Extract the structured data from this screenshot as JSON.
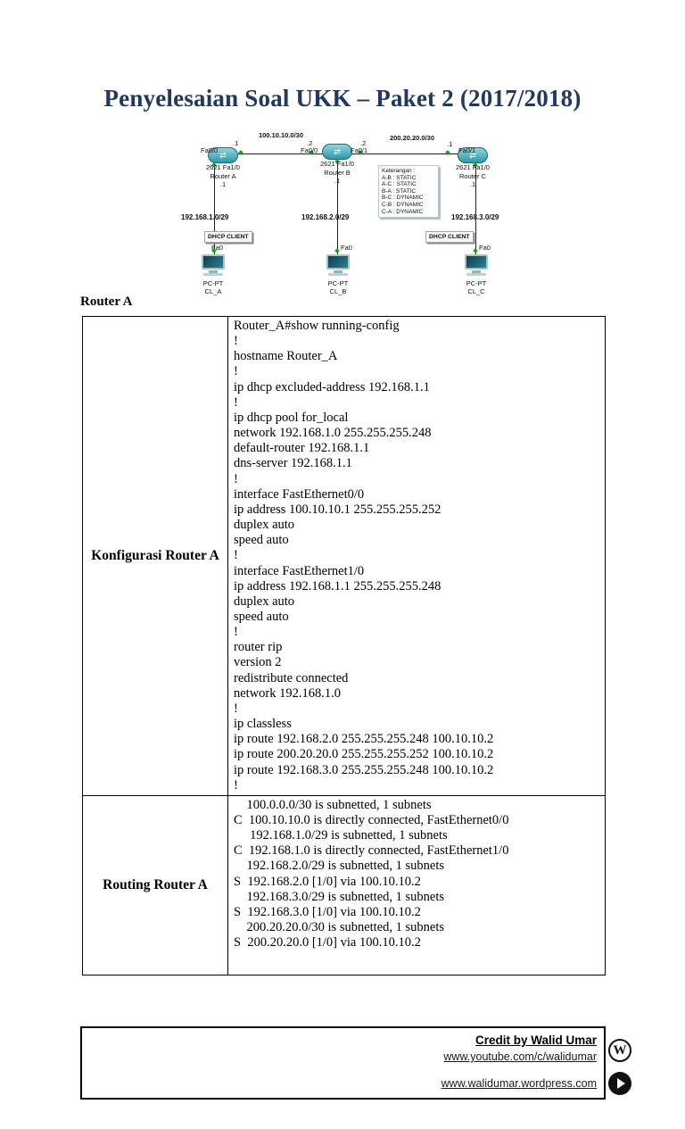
{
  "page": {
    "title": "Penyelesaian Soal UKK – Paket 2 (2017/2018)",
    "section_label": "Router A"
  },
  "topology": {
    "wan1": {
      "label": "100.10.10.0/30",
      "left_ip": ".1",
      "right_ip": ".2"
    },
    "wan2": {
      "label": "200.20.20.0/30",
      "left_ip": ".2",
      "right_ip": ".1"
    },
    "router_a": {
      "top_port": "Fa0/0",
      "model_port": "2621 Fa1/0",
      "name": "Router A",
      "lan_ip": ".1"
    },
    "router_b": {
      "left_port": "Fa0/0",
      "right_port": "Fa0/1",
      "model_port": "2621 Fa1/0",
      "name": "Router B",
      "lan_ip": ".1"
    },
    "router_c": {
      "top_port": "Fa0/1",
      "model_port": "2621 Fa1/0",
      "name": "Router C",
      "lan_ip": ".1"
    },
    "legend": {
      "title": "Keterangan :",
      "items": [
        "A-B : STATIC",
        "A-C : STATIC",
        "B-A : STATIC",
        "B-C : DYNAMIC",
        "C-B : DYNAMIC",
        "C-A : DYNAMIC"
      ]
    },
    "lan_a": "192.168.1.0/29",
    "lan_b": "192.168.2.0/29",
    "lan_c": "192.168.3.0/29",
    "dhcp_left": "DHCP CLIENT",
    "dhcp_right": "DHCP CLIENT",
    "pc_port_a": "Fa0",
    "pc_port_b": "Fa0",
    "pc_port_c": "Fa0",
    "pc_a": {
      "type": "PC-PT",
      "name": "CL_A"
    },
    "pc_b": {
      "type": "PC-PT",
      "name": "CL_B"
    },
    "pc_c": {
      "type": "PC-PT",
      "name": "CL_C"
    }
  },
  "table": {
    "rows": [
      {
        "header": "Konfigurasi Router A",
        "lines": [
          "Router_A#show running-config",
          "!",
          "hostname Router_A",
          "!",
          "ip dhcp excluded-address 192.168.1.1",
          "!",
          "ip dhcp pool for_local",
          "network 192.168.1.0 255.255.255.248",
          "default-router 192.168.1.1",
          "dns-server 192.168.1.1",
          "!",
          "interface FastEthernet0/0",
          "ip address 100.10.10.1 255.255.255.252",
          "duplex auto",
          "speed auto",
          "!",
          "interface FastEthernet1/0",
          "ip address 192.168.1.1 255.255.255.248",
          "duplex auto",
          "speed auto",
          "!",
          "router rip",
          "version 2",
          "redistribute connected",
          "network 192.168.1.0",
          "!",
          "ip classless",
          "ip route 192.168.2.0 255.255.255.248 100.10.10.2",
          "ip route 200.20.20.0 255.255.255.252 100.10.10.2",
          "ip route 192.168.3.0 255.255.255.248 100.10.10.2",
          "!"
        ]
      },
      {
        "header": "Routing Router A",
        "lines": [
          "    100.0.0.0/30 is subnetted, 1 subnets",
          "C  100.10.10.0 is directly connected, FastEthernet0/0",
          "     192.168.1.0/29 is subnetted, 1 subnets",
          "C  192.168.1.0 is directly connected, FastEthernet1/0",
          "    192.168.2.0/29 is subnetted, 1 subnets",
          "S  192.168.2.0 [1/0] via 100.10.10.2",
          "    192.168.3.0/29 is subnetted, 1 subnets",
          "S  192.168.3.0 [1/0] via 100.10.10.2",
          "    200.20.20.0/30 is subnetted, 1 subnets",
          "S  200.20.20.0 [1/0] via 100.10.10.2"
        ]
      }
    ]
  },
  "footer": {
    "credit": "Credit by Walid Umar",
    "youtube_url": "www.youtube.com/c/walidumar",
    "wordpress_url": "www.walidumar.wordpress.com"
  }
}
